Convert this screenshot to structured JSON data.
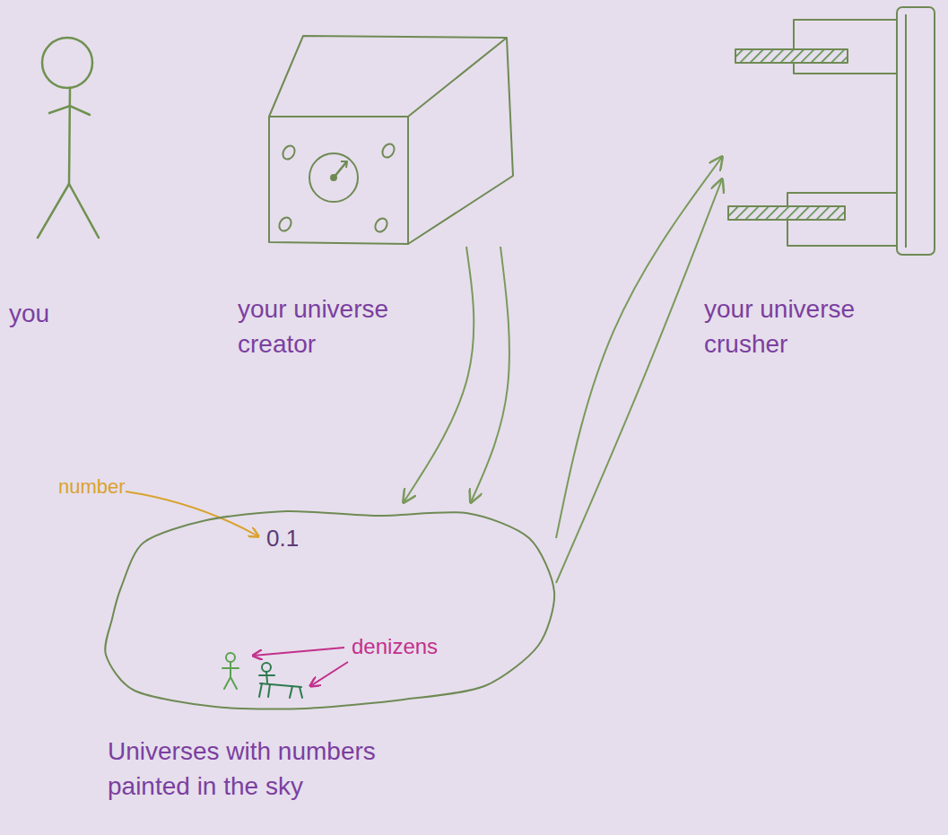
{
  "diagram": {
    "nodes": [
      {
        "text": [
          "you"
        ]
      },
      {
        "text": [
          "your universe creator"
        ]
      },
      {
        "text": [
          "your universe crusher"
        ]
      },
      {
        "text": [
          "0.1",
          "Universes with numbers painted in the sky"
        ]
      }
    ],
    "edges": [
      {
        "from": 1,
        "to": 3,
        "arrow": "to"
      },
      {
        "from": 1,
        "to": 3,
        "arrow": "to"
      },
      {
        "from": 3,
        "to": 2,
        "arrow": "to"
      },
      {
        "from": 3,
        "to": 2,
        "arrow": "to"
      }
    ],
    "labels": [
      "number",
      "denizens"
    ]
  }
}
